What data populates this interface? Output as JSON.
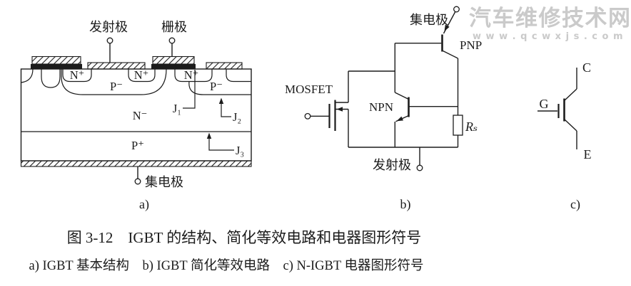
{
  "watermark": {
    "site_name": "汽车维修技术网",
    "site_url": "w w w . q c w x j s . c o m"
  },
  "panel_a": {
    "terminals": {
      "emitter": "发射极",
      "gate": "栅极",
      "collector": "集电极"
    },
    "regions": {
      "n_plus": "N⁺",
      "p_minus": "P⁻",
      "n_minus": "N⁻",
      "p_plus": "P⁺"
    },
    "junctions": {
      "j1": "J₁",
      "j2": "J₂",
      "j3": "J₃"
    },
    "label": "a)"
  },
  "panel_b": {
    "terminals": {
      "collector": "集电极",
      "emitter": "发射极"
    },
    "components": {
      "mosfet": "MOSFET",
      "npn": "NPN",
      "pnp": "PNP",
      "rs": "Rₛ"
    },
    "label": "b)"
  },
  "panel_c": {
    "terminals": {
      "collector": "C",
      "gate": "G",
      "emitter": "E"
    },
    "label": "c)"
  },
  "caption": {
    "title": "图 3-12　IGBT 的结构、简化等效电路和电器图形符号",
    "subtitle": "a) IGBT 基本结构　b) IGBT 简化等效电路　c) N-IGBT 电器图形符号"
  },
  "colors": {
    "ink": "#1c1c1c",
    "watermark": "#cacaca",
    "paper": "#ffffff"
  }
}
